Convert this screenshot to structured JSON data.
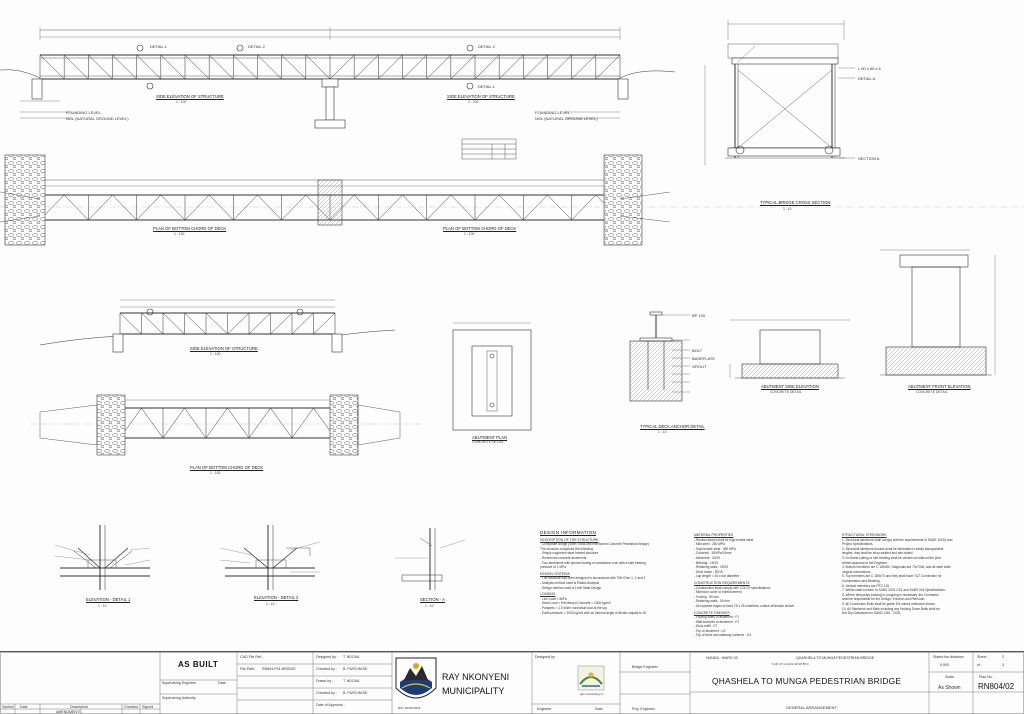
{
  "views": {
    "side_elev_left": "SIDE ELEVATION OF STRUCTURE",
    "side_elev_right": "SIDE ELEVATION OF STRUCTURE",
    "plan_left": "PLAN OF BOTTOM CHORD OF DECK",
    "plan_right": "PLAN OF BOTTOM CHORD OF DECK",
    "cross_section": "TYPICAL BRIDGE CROSS SECTION",
    "side_elev_mid": "SIDE ELEVATION OF STRUCTURE",
    "plan_mid": "PLAN OF BOTTOM CHORD OF DECK",
    "abutment_plan": "ABUTMENT PLAN",
    "abutment_plan_sub": "CONCRETE DETAIL",
    "deck_anchor": "TYPICAL DECK ANCHOR DETAIL",
    "abut_side": "ABUTMENT SIDE ELEVATION",
    "abut_side_sub": "CONCRETE DETAIL",
    "abut_front": "ABUTMENT FRONT ELEVATION",
    "abut_front_sub": "CONCRETE DETAIL",
    "elev_detail_1": "ELEVATION - DETAIL 1",
    "elev_detail_2": "ELEVATION - DETAIL 2",
    "section_a": "SECTION - A",
    "scale_1_100": "1 : 100",
    "scale_1_50": "1 : 50",
    "scale_1_10": "1 : 10",
    "scale_1_20": "1 : 20"
  },
  "labels": {
    "detail1": "DETAIL 1",
    "detail2": "DETAIL 2",
    "detail_a": "DETAIL A",
    "section_a": "SECTION A",
    "founding": "FOUNDING LEVEL",
    "ngl": "NGL (NATURAL GROUND LEVEL)",
    "sheet_grid": "T - 2,1",
    "pipe": "BP 100",
    "bolt": "BOLT",
    "baseplate": "BASEPLATE",
    "grout": "GROUT",
    "chord": "L 60 x 60 x 6"
  },
  "design_info": {
    "title": "DESIGN INFORMATION",
    "desc_head": "DESCRIPTION OF THE STRUCTURE",
    "desc": [
      "- Composite Bridge (Steel Truss and Reinforced Concrete Pedestrian Bridge)",
      "  The structure comprises the following:",
      "- Simply supported steel framed structure",
      "- Reinforced concrete abutments",
      "- Two abutments with spread footing on sandstone rock with a safe bearing",
      "  pressure of 1 MPa"
    ],
    "design_head": "DESIGN CRITERIA",
    "design": [
      "- The structure has been designed in accordance with TMH Part 1, 2 and 3",
      "- Analysis method used is Elastic Analysis",
      "- Design method used is Limit State Design"
    ],
    "loading_head": "LOADING",
    "loading": [
      "- Live Load = 5kPa",
      "- Dead Load = Reinforced Concrete = 2400 kg/m3",
      "- Parapets = 1.5 kN/m horizontal load at the top",
      "- Earth pressure = 2000 kg/m3 with an internal angle of friction equals to 30"
    ]
  },
  "material": {
    "title": "MATERIAL PROPERTIES",
    "items": [
      "- Reinforcement shall be high tensile steel",
      "- Mild steel : 250 MPa",
      "- High tensile steel : 450 MPa",
      "- Concrete : 30MPa/19mm",
      "- Abutment : 30/19",
      "- Blinding : 15/19",
      "- Retaining walls : 25/19",
      "- Deck beam : 30/19",
      "- Lap length = 40 x bar diameter"
    ],
    "cons_head": "CONSTRUCTION REQUIREMENTS",
    "cons": [
      "- Construction shall comply with COLTO specifications",
      "- Minimum cover to reinforcement",
      "- Footing : 50 mm",
      "- Retaining walls : 50 mm",
      "- All exposed edges to have 25 x 25 chamfers, unless otherwise shown"
    ],
    "conc_head": "CONCRETE FINISHES",
    "conc": [
      "- Footing sides of abutment : F1",
      "- Wall surfaces of abutment : F2",
      "- Deck soffit : F2",
      "- Top of abutment : U2",
      "- Top of deck and walkway surfaces : U3"
    ]
  },
  "structural": {
    "title": "STRUCTURAL STEELWORK",
    "items": [
      "1. Structural steelwork shall comply with the requirements of SANS 10162 and",
      "   Project Specifications.",
      "2. Structural steelwork trusses shall be fabricated in easily transportable",
      "   lengths; they shall be shop welded and site bolted.",
      "3. No flame cutting or site welding shall be carried out without the prior",
      "   written approval of the Engineer.",
      "4. Bottom members are C 180x50, Diagonals are 70x70x6, and all steel bolts",
      "   longest connections.",
      "5. Top members are C 180x70 and they shall have T&T Connection for",
      "   Compression and Bending.",
      "6. Vertical members are PFC 120.",
      "7. Welds shall conform to SANS 2001-CS1 and SABS 044 Specifications.",
      "8. Where temporary bracing or propping is necessary, the Contractor",
      "   shall be responsible for the Design, Erection and Removal.",
      "9. All Connection Bolts shall be grade 8.8 unless otherwise shown.",
      "10. All Steelwork and Bolts including any Holding Down Bolts shall be",
      "   Hot Dip Galvanized to SANS 1461 : 2002."
    ]
  },
  "titleblock": {
    "revisions": [
      "Symbol",
      "Date",
      "Description",
      "Checked",
      "Signed"
    ],
    "amendments": "AMENDMENTS",
    "as_built": "AS BUILT",
    "supervising_engineer": "Supervising Engineer",
    "date": "Date",
    "supervising_authority": "Supervising Authority",
    "cad_file": "CAD File Ref.:",
    "file_path": "File Path:",
    "file_path_val": "RN804-P01-BRIDGE",
    "designed_by": "Designed by :",
    "designed_val": "T. NDOVA",
    "checked_by": "Checked by :",
    "checked_val": "B. PURCHASE",
    "drawn_by": "Drawn by :",
    "drawn_val": "T. NDOVA",
    "checked_by2": "Checked by :",
    "checked_val2": "B. PURCHASE",
    "date_approval": "Date of Approval :",
    "client": "RAY NKONYENI",
    "client_sub": "MUNICIPALITY",
    "logo_text": "RAY NKONYENI",
    "designed_by_firm": "Designed by :",
    "firm_name": "Ijev Consulting cc",
    "engineer": "Bridge Engineer",
    "engineer_label": "Proj. Engineer",
    "dir": "Engineer",
    "datec": "Date",
    "nunda": "NUNDA - WARD 03",
    "project_small": "QHASHELA TO MUNGA PEDESTRIAN BRIDGE",
    "coords": "S 30 47 14.10  E 30 08 55.0",
    "project": "QHASHELA TO MUNGA PEDESTRIAN BRIDGE",
    "subtitle": "GENERAL ARRANGEMENT",
    "spec_dist_label": "Stated km distance",
    "spec_dist": "0.000",
    "sheet_label": "Sheet :",
    "sheet_no": "2",
    "of_label": "of :",
    "of_no": "3",
    "scale_label": "Scale",
    "scale_val": "As Shown",
    "plan_no_label": "Plan No :",
    "plan_no": "RN804/02"
  }
}
